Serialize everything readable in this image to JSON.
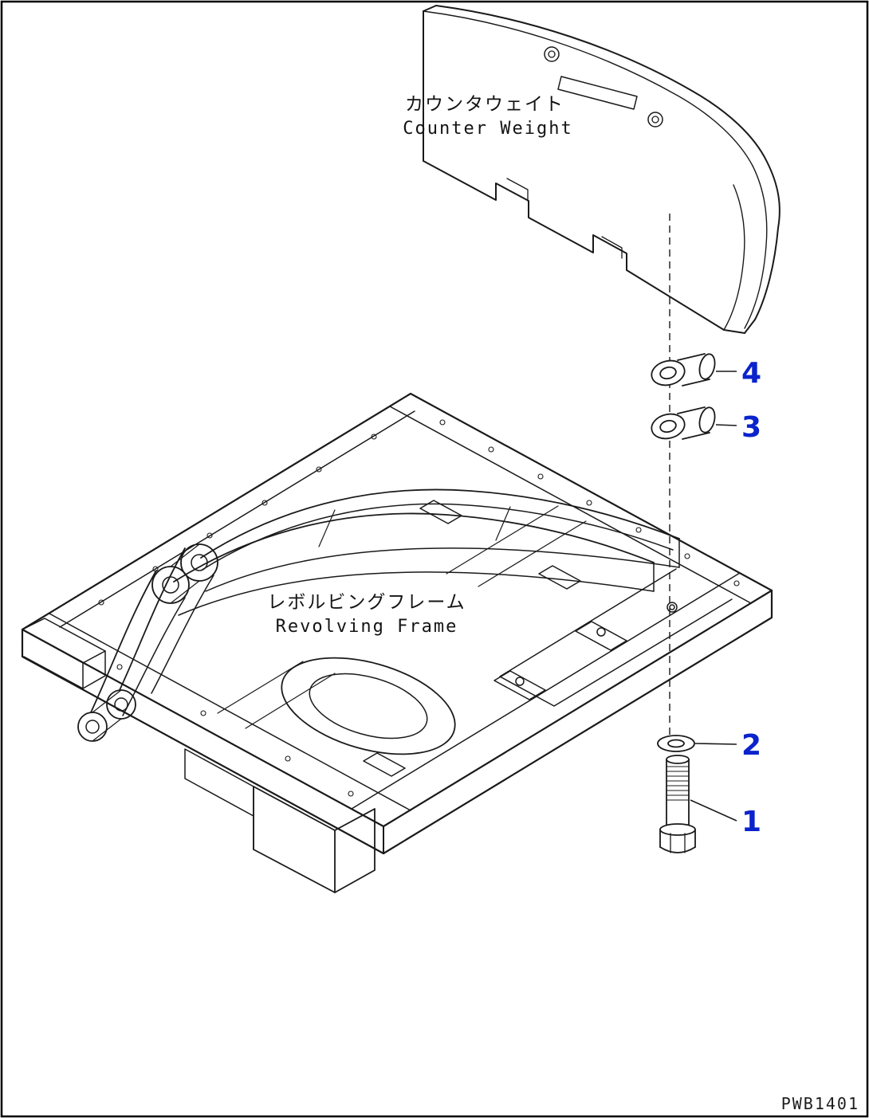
{
  "page": {
    "drawing_code": "PWB1401",
    "background_color": "#ffffff",
    "line_color": "#1a1a1a",
    "callout_color": "#0a23cc"
  },
  "labels": {
    "counter_weight_jp": "カウンタウェイト",
    "counter_weight_en": "Counter Weight",
    "revolving_frame_jp": "レボルビングフレーム",
    "revolving_frame_en": "Revolving Frame"
  },
  "callouts": [
    {
      "number": "4"
    },
    {
      "number": "3"
    },
    {
      "number": "2"
    },
    {
      "number": "1"
    }
  ]
}
